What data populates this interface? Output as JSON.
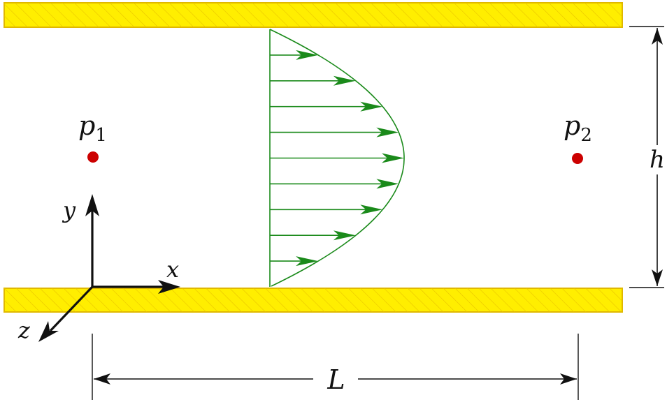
{
  "colors": {
    "plate_fill": "#ffee00",
    "plate_stroke": "#e0b800",
    "profile": "#1a8a1a",
    "pressure_point": "#cc0000",
    "ink": "#111111"
  },
  "labels": {
    "p1_base": "p",
    "p1_sub": "1",
    "p2_base": "p",
    "p2_sub": "2",
    "height": "h",
    "length": "L",
    "axis_x": "x",
    "axis_y": "y",
    "axis_z": "z"
  },
  "profile": {
    "shape": "parabolic",
    "arrow_count": 9
  }
}
